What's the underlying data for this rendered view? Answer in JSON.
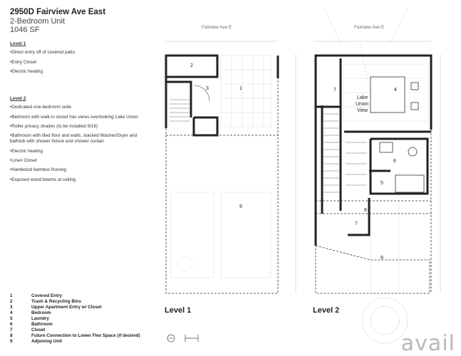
{
  "header": {
    "address": "2950D Fairview Ave East",
    "unit_type": "2-Bedroom Unit",
    "area": "1046 SF"
  },
  "level1": {
    "heading": "Level 1",
    "items": [
      "•Direct entry off of covered patio.",
      "•Entry Closet",
      "•Electric heating"
    ]
  },
  "level2": {
    "heading": "Level 2",
    "items": [
      "•Dedicated one-bedroom suite",
      "•Bedroom with walk-in closet has views overlooking Lake Union",
      "•Roller privacy shades (to be installed 9/16)",
      "•Bathroom with tiled floor and walls, stacked Washer/Dryer and bathtub with shower fixture and shower curtain",
      "•Electric heating",
      "•Linen Closet",
      "•Hardwood bamboo flooring",
      "•Exposed wood beams at ceiling"
    ]
  },
  "legend": [
    {
      "num": "1",
      "label": "Covered Entry"
    },
    {
      "num": "2",
      "label": "Trash & Recycling Bins"
    },
    {
      "num": "3",
      "label": "Upper Apartment Entry w/ Closet"
    },
    {
      "num": "4",
      "label": "Bedroom"
    },
    {
      "num": "5",
      "label": "Laundry"
    },
    {
      "num": "6",
      "label": "Bathroom"
    },
    {
      "num": "7",
      "label": "Closet"
    },
    {
      "num": "8",
      "label": "Future Connection to Lower Flex Space (if desired)"
    },
    {
      "num": "9",
      "label": "Adjoining Unit"
    }
  ],
  "plans": {
    "street_left": "Fairview Ave E",
    "street_right": "Fairview Ave E",
    "level1_label": "Level 1",
    "level2_label": "Level 2",
    "view_label_1": "Lake",
    "view_label_2": "Union",
    "view_label_3": "View"
  },
  "watermark": "avail"
}
